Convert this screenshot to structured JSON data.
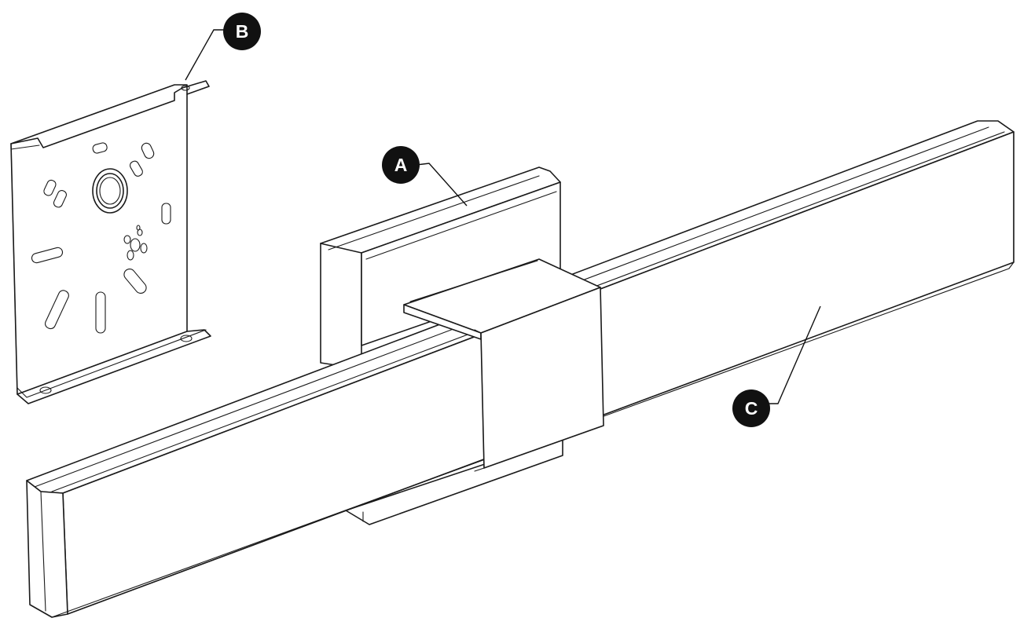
{
  "diagram": {
    "callouts": [
      {
        "id": "A",
        "label": "A"
      },
      {
        "id": "B",
        "label": "B"
      },
      {
        "id": "C",
        "label": "C"
      }
    ],
    "colors": {
      "line": "#1a1a1a",
      "callout_fill": "#111111",
      "callout_text": "#ffffff",
      "background": "#ffffff"
    }
  }
}
